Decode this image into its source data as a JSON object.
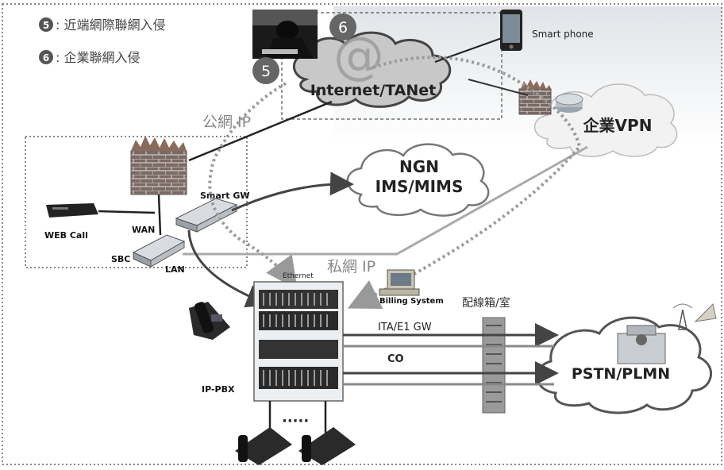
{
  "legend": [
    {
      "num": "5",
      "text": ": 近端網際聯網入侵"
    },
    {
      "num": "6",
      "text": ": 企業聯網入侵"
    }
  ],
  "badges": {
    "intrusion_near": "5",
    "intrusion_corp": "6"
  },
  "clouds": {
    "internet": "Internet/TANet",
    "vpn": "企業VPN",
    "ngn_line1": "NGN",
    "ngn_line2": "IMS/MIMS",
    "pstn": "PSTN/PLMN"
  },
  "labels": {
    "smart_phone": "Smart phone",
    "public_ip": "公網 IP",
    "private_ip": "私網 IP",
    "smart_gw": "Smart GW",
    "web_call": "WEB Call",
    "wan": "WAN",
    "sbc": "SBC",
    "lan": "LAN",
    "ethernet": "Ethernet",
    "billing": "Billing System",
    "wiring": "配線箱/室",
    "ita_gw": "ITA/E1 GW",
    "co": "CO",
    "ippbx": "IP-PBX",
    "dots": "·····"
  },
  "colors": {
    "frame": "#888888",
    "link_gray": "#999999",
    "dark": "#333333",
    "badge": "#555555"
  }
}
